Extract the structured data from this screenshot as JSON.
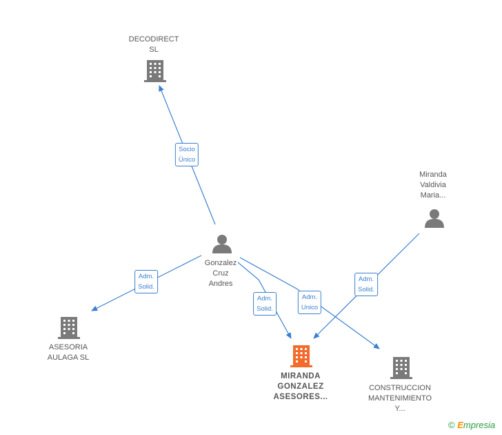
{
  "nodes": {
    "decodirect": {
      "label": "DECODIRECT\nSL",
      "kind": "company"
    },
    "miranda_valdivia": {
      "label": "Miranda\nValdivia\nMaria...",
      "kind": "person"
    },
    "gonzalez_cruz": {
      "label": "Gonzalez\nCruz\nAndres",
      "kind": "person"
    },
    "asesoria_aulaga": {
      "label": "ASESORIA\nAULAGA  SL",
      "kind": "company"
    },
    "miranda_gonzalez": {
      "label": "MIRANDA\nGONZALEZ\nASESORES...",
      "kind": "company-main"
    },
    "construccion": {
      "label": "CONSTRUCCION\nMANTENIMIENTO\nY...",
      "kind": "company"
    }
  },
  "edges": [
    {
      "label": "Socio\nÚnico"
    },
    {
      "label": "Adm.\nSolid."
    },
    {
      "label": "Adm.\nSolid."
    },
    {
      "label": "Adm.\nUnico"
    },
    {
      "label": "Adm.\nSolid."
    }
  ],
  "colors": {
    "edge": "#3a7fd0",
    "company_icon": "#7a7a7a",
    "main_icon": "#f26b2c",
    "person_icon": "#7a7a7a"
  },
  "brand": {
    "copyright": "©",
    "e": "E",
    "rest": "mpresia"
  }
}
